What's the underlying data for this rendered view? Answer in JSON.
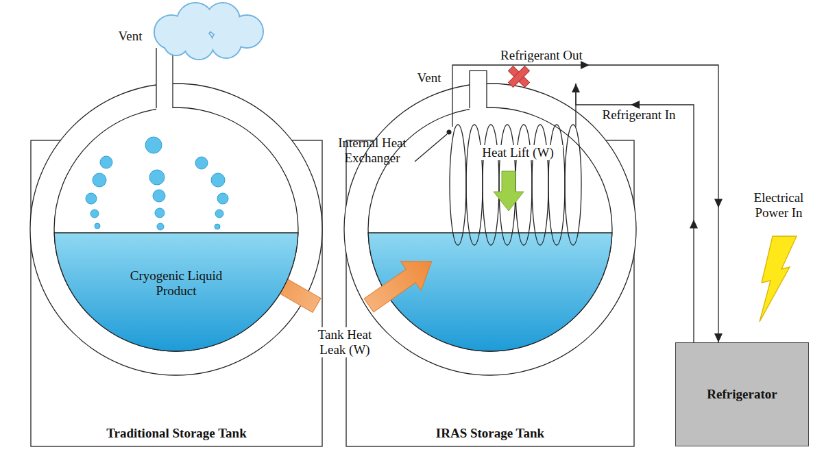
{
  "diagram": {
    "nodes": [
      {
        "text": [
          "Traditional Storage Tank"
        ]
      },
      {
        "text": [
          "Cryogenic Liquid Product"
        ],
        "in": 0
      },
      {
        "text": [
          "IRAS Storage Tank"
        ]
      },
      {
        "text": [
          "Refrigerator"
        ]
      }
    ],
    "edges": [
      {
        "from": 2,
        "to": 3,
        "label": "Refrigerant Out",
        "arrow": "to"
      },
      {
        "from": 3,
        "to": 2,
        "label": "Refrigerant In",
        "arrow": "to"
      }
    ],
    "labels": [
      "Vent",
      "Tank Heat Leak (W)",
      "Internal Heat Exchanger",
      "Heat Lift (W)",
      "Vent",
      "Electrical Power In"
    ]
  }
}
